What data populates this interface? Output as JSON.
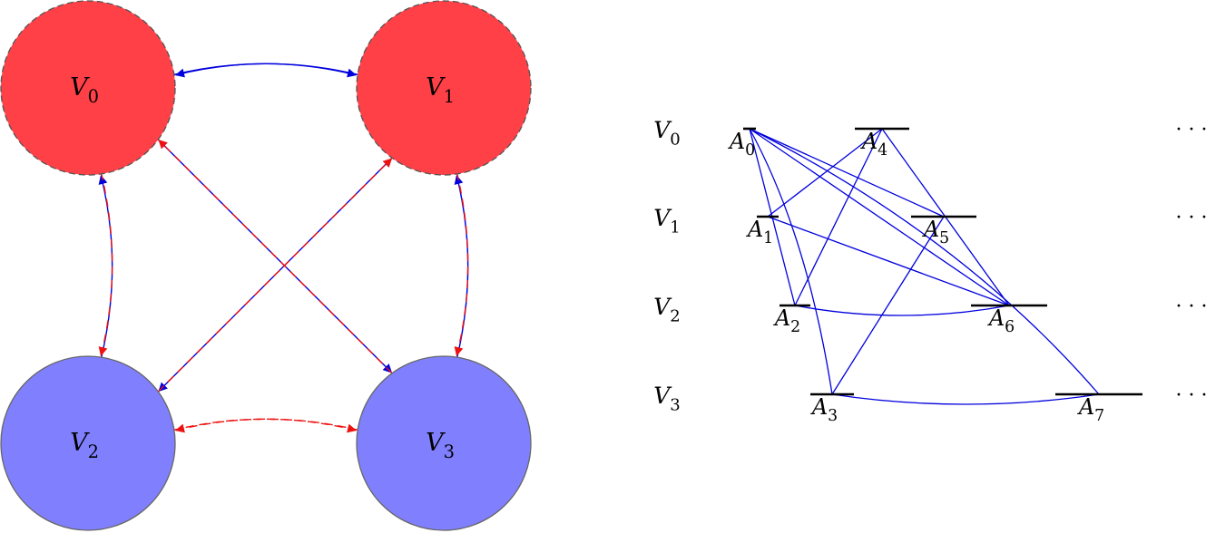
{
  "colors": {
    "red_node": "#ff4047",
    "blue_node": "#8080ff",
    "blue_edge": "#0000dd",
    "red_edge": "#ee1111",
    "node_stroke_red": "#555555",
    "node_stroke_blue": "#666666"
  },
  "left_graph": {
    "nodes": [
      {
        "id": "V0",
        "letter": "V",
        "sub": "0",
        "color": "red",
        "border": "dashed"
      },
      {
        "id": "V1",
        "letter": "V",
        "sub": "1",
        "color": "red",
        "border": "dashed"
      },
      {
        "id": "V2",
        "letter": "V",
        "sub": "2",
        "color": "blue",
        "border": "solid"
      },
      {
        "id": "V3",
        "letter": "V",
        "sub": "3",
        "color": "blue",
        "border": "solid"
      }
    ],
    "edges": [
      {
        "from": "V0",
        "to": "V1",
        "style": "solid",
        "color": "blue"
      },
      {
        "from": "V1",
        "to": "V0",
        "style": "solid",
        "color": "blue"
      },
      {
        "from": "V2",
        "to": "V0",
        "style": "solid",
        "color": "blue"
      },
      {
        "from": "V0",
        "to": "V2",
        "style": "dashed",
        "color": "red"
      },
      {
        "from": "V3",
        "to": "V1",
        "style": "solid",
        "color": "blue"
      },
      {
        "from": "V1",
        "to": "V3",
        "style": "dashed",
        "color": "red"
      },
      {
        "from": "V0",
        "to": "V3",
        "style": "solid",
        "color": "blue"
      },
      {
        "from": "V3",
        "to": "V0",
        "style": "dashed",
        "color": "red"
      },
      {
        "from": "V1",
        "to": "V2",
        "style": "solid",
        "color": "blue"
      },
      {
        "from": "V2",
        "to": "V1",
        "style": "dashed",
        "color": "red"
      },
      {
        "from": "V2",
        "to": "V3",
        "style": "dashed",
        "color": "red"
      },
      {
        "from": "V3",
        "to": "V2",
        "style": "dashed",
        "color": "red"
      }
    ]
  },
  "right_graph": {
    "rows": [
      {
        "letter": "V",
        "sub": "0",
        "ellipsis": "· · ·"
      },
      {
        "letter": "V",
        "sub": "1",
        "ellipsis": "· · ·"
      },
      {
        "letter": "V",
        "sub": "2",
        "ellipsis": "· · ·"
      },
      {
        "letter": "V",
        "sub": "3",
        "ellipsis": "· · ·"
      }
    ],
    "points": [
      {
        "id": "A0",
        "letter": "A",
        "sub": "0",
        "row": 0
      },
      {
        "id": "A1",
        "letter": "A",
        "sub": "1",
        "row": 1
      },
      {
        "id": "A2",
        "letter": "A",
        "sub": "2",
        "row": 2
      },
      {
        "id": "A3",
        "letter": "A",
        "sub": "3",
        "row": 3
      },
      {
        "id": "A4",
        "letter": "A",
        "sub": "4",
        "row": 0
      },
      {
        "id": "A5",
        "letter": "A",
        "sub": "5",
        "row": 1
      },
      {
        "id": "A6",
        "letter": "A",
        "sub": "6",
        "row": 2
      },
      {
        "id": "A7",
        "letter": "A",
        "sub": "7",
        "row": 3
      }
    ],
    "links": [
      [
        "A0",
        "A2"
      ],
      [
        "A0",
        "A3"
      ],
      [
        "A0",
        "A5"
      ],
      [
        "A0",
        "A6"
      ],
      [
        "A0",
        "A7"
      ],
      [
        "A1",
        "A4"
      ],
      [
        "A1",
        "A6"
      ],
      [
        "A2",
        "A4"
      ],
      [
        "A2",
        "A6"
      ],
      [
        "A3",
        "A5"
      ],
      [
        "A3",
        "A7"
      ],
      [
        "A4",
        "A6"
      ]
    ]
  }
}
